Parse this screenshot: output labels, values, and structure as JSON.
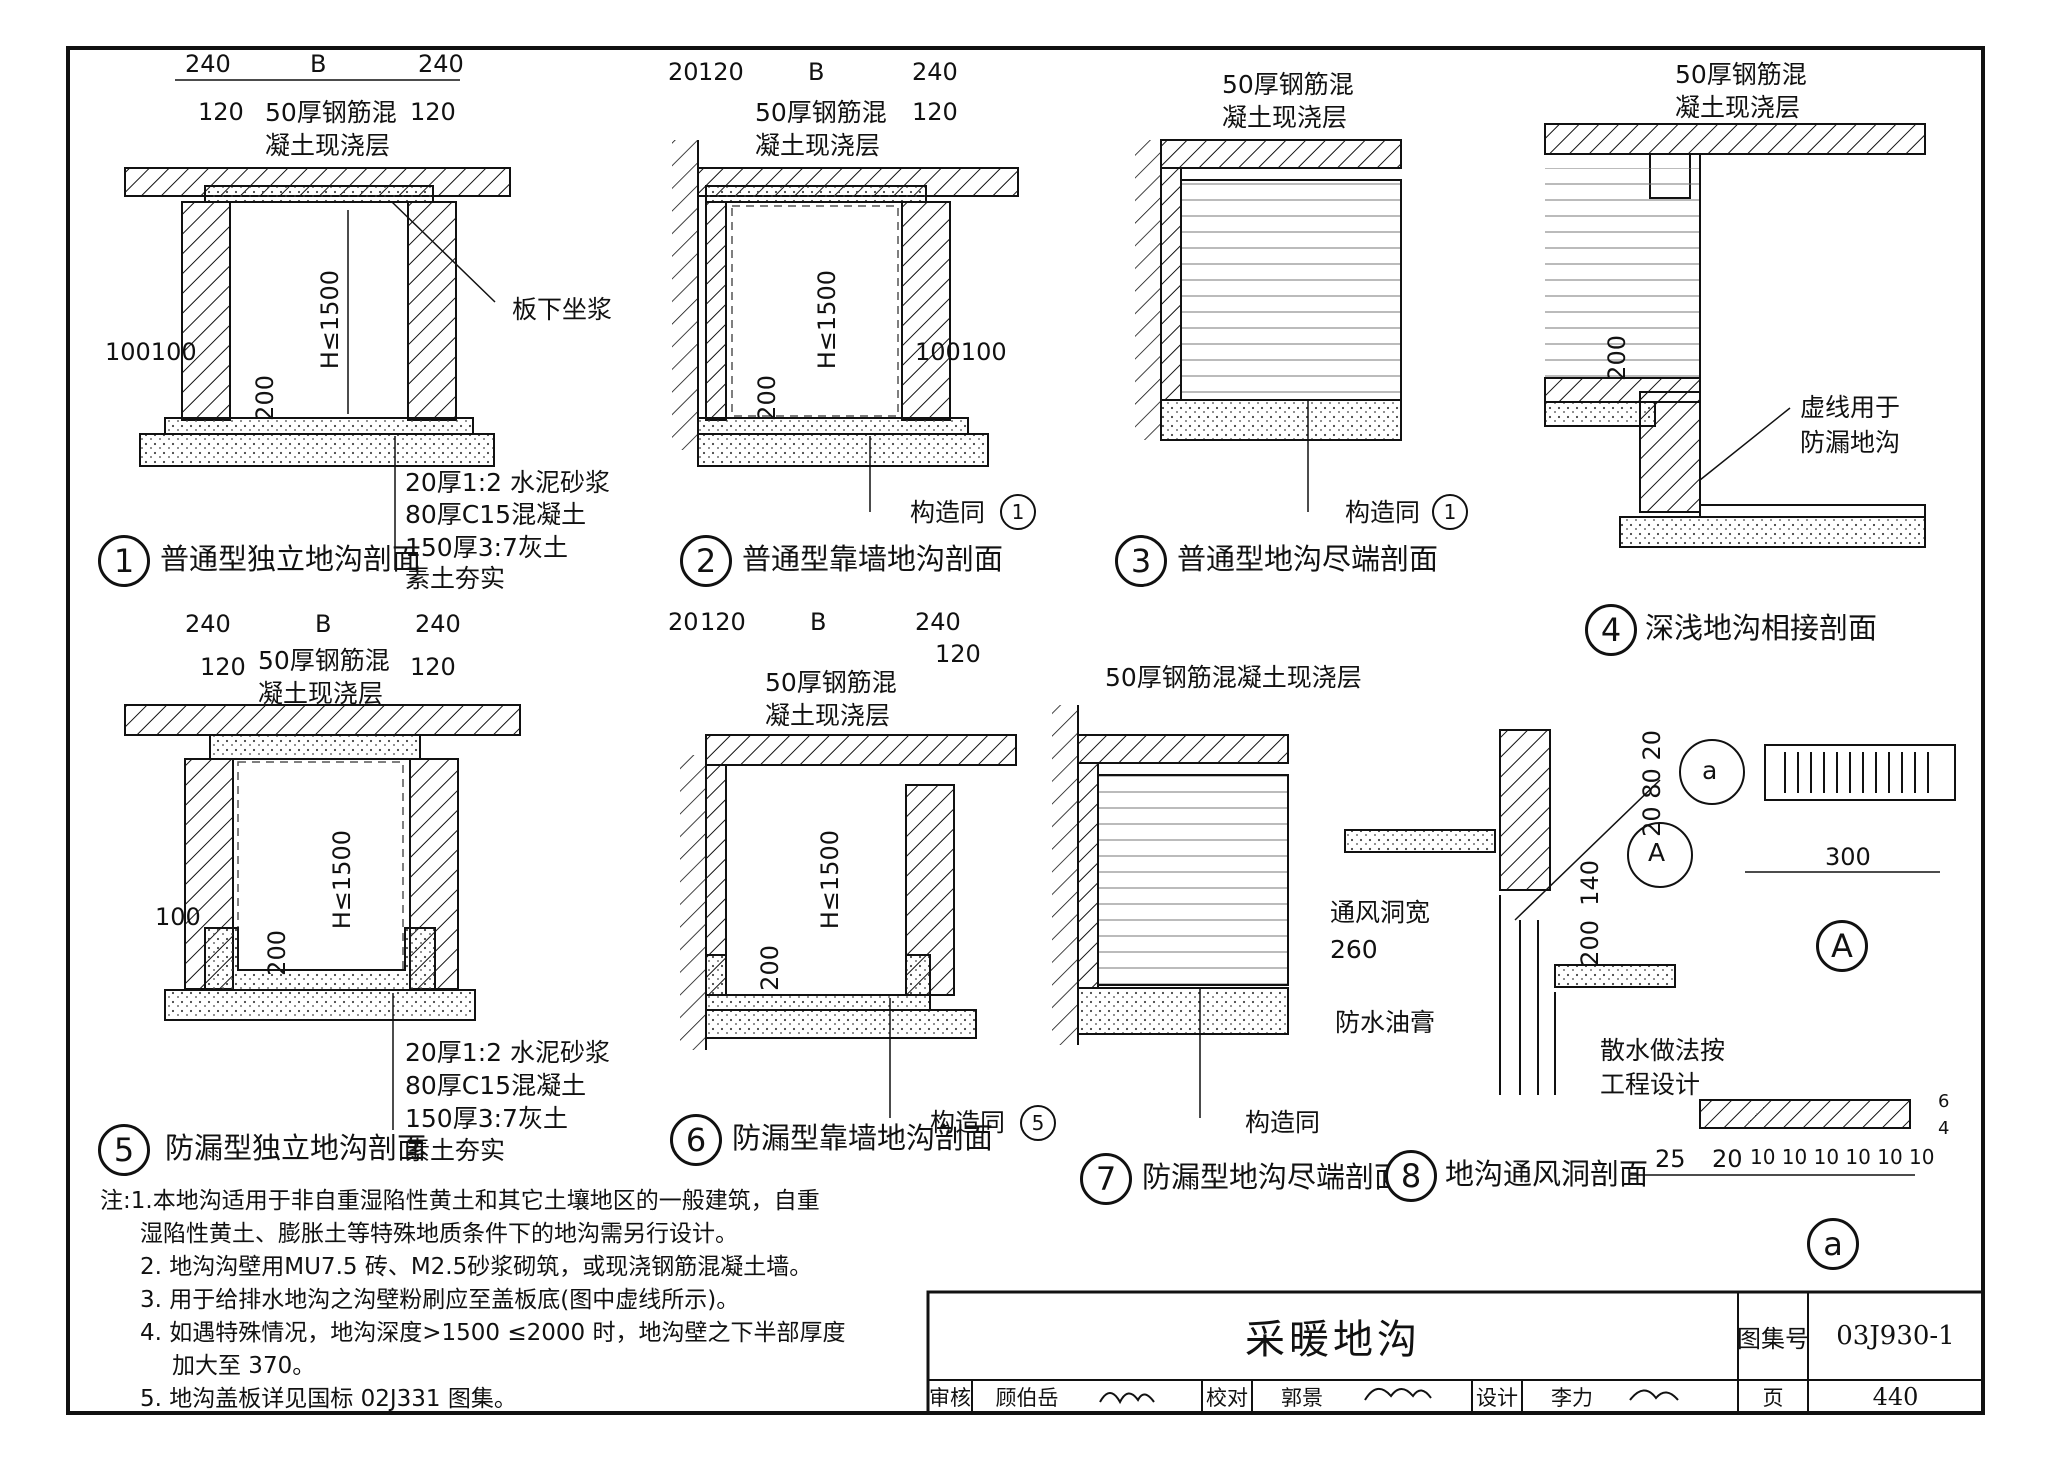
{
  "sheet": {
    "title": "采暖地沟",
    "atlas_label": "图集号",
    "atlas_no": "03J930-1",
    "page_label": "页",
    "page_no": "440",
    "review_label": "审核",
    "reviewer": "顾伯岳",
    "check_label": "校对",
    "checker": "郭景",
    "design_label": "设计",
    "designer": "李力"
  },
  "details": [
    {
      "num": "1",
      "title": "普通型独立地沟剖面"
    },
    {
      "num": "2",
      "title": "普通型靠墙地沟剖面"
    },
    {
      "num": "3",
      "title": "普通型地沟尽端剖面"
    },
    {
      "num": "4",
      "title": "深浅地沟相接剖面"
    },
    {
      "num": "5",
      "title": "防漏型独立地沟剖面"
    },
    {
      "num": "6",
      "title": "防漏型靠墙地沟剖面"
    },
    {
      "num": "7",
      "title": "防漏型地沟尽端剖面"
    },
    {
      "num": "8",
      "title": "地沟通风洞剖面"
    }
  ],
  "labels": {
    "slab_line1": "50厚钢筋混",
    "slab_line2": "凝土现浇层",
    "slab_full": "50厚钢筋混凝土现浇层",
    "grout": "板下坐浆",
    "h": "H≤1500",
    "d240": "240",
    "dB": "B",
    "d120": "120",
    "d20": "20",
    "d100": "100",
    "d100100": "100100",
    "d200": "200",
    "layer1": "20厚1:2 水泥砂浆",
    "layer2": "80厚C15混凝土",
    "layer3": "150厚3:7灰土",
    "layer4": "素土夯实",
    "same_as": "构造同",
    "ref1": "1",
    "ref5": "5",
    "dashed_1": "虚线用于",
    "dashed_2": "防漏地沟",
    "vent_w": "通风洞宽",
    "vent_260": "260",
    "tar": "防水油膏",
    "apron_1": "散水做法按",
    "apron_2": "工程设计",
    "d140": "140",
    "d300": "300",
    "dA": "A",
    "da": "a",
    "d25": "25",
    "d_seq": "10 10 10 10 10 10",
    "d6": "6",
    "d4": "4",
    "d2080": "20 80 20",
    "d80": "80"
  },
  "notes": [
    "注:1.本地沟适用于非自重湿陷性黄土和其它土壤地区的一般建筑，自重",
    "湿陷性黄土、膨胀土等特殊地质条件下的地沟需另行设计。",
    "2. 地沟沟壁用MU7.5 砖、M2.5砂浆砌筑，或现浇钢筋混凝土墙。",
    "3. 用于给排水地沟之沟壁粉刷应至盖板底(图中虚线所示)。",
    "4. 如遇特殊情况，地沟深度>1500 ≤2000 时，地沟壁之下半部厚度",
    "加大至 370。",
    "5. 地沟盖板详见国标 02J331 图集。"
  ]
}
